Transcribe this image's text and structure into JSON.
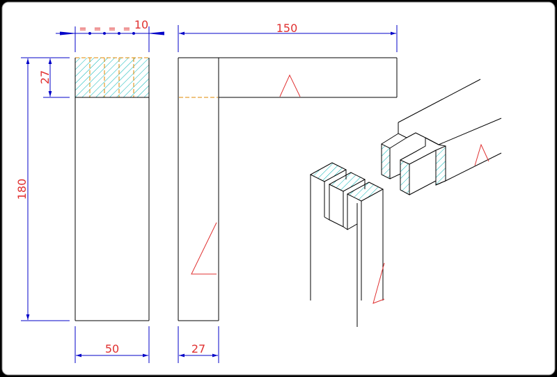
{
  "drawing": {
    "colors": {
      "paper": "#ffffff",
      "outline": "#000000",
      "dimension": "#0000c8",
      "dimension_text": "#e03030",
      "hatch": "#00b4b4",
      "hidden_line": "#e08a00",
      "mark": "#e03030"
    },
    "dimensions": {
      "top_width": "150",
      "height": "180",
      "tenon_depth": "27",
      "bottom_width": "50",
      "side_thickness": "27",
      "finger_pitch": "10",
      "equal_mark": "="
    }
  }
}
